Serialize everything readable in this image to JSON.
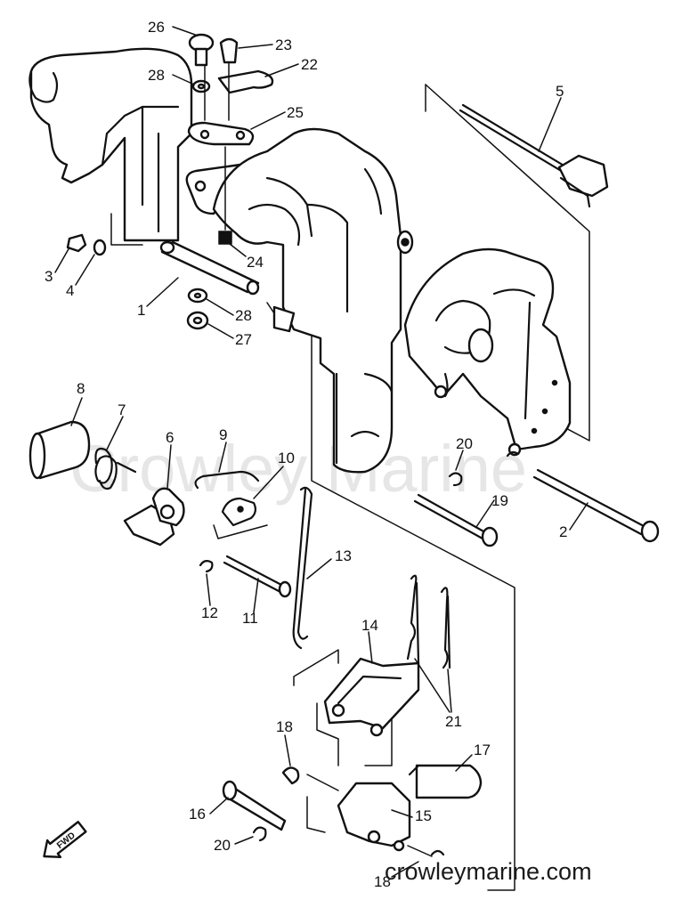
{
  "watermark": "Crowley Marine",
  "site_url": "crowleymarine.com",
  "direction_tag": "FWD",
  "callouts": [
    "26",
    "23",
    "22",
    "28",
    "25",
    "5",
    "3",
    "4",
    "24",
    "1",
    "28",
    "27",
    "8",
    "7",
    "6",
    "9",
    "10",
    "20",
    "19",
    "2",
    "13",
    "12",
    "11",
    "14",
    "21",
    "18",
    "17",
    "16",
    "15",
    "20",
    "18"
  ]
}
